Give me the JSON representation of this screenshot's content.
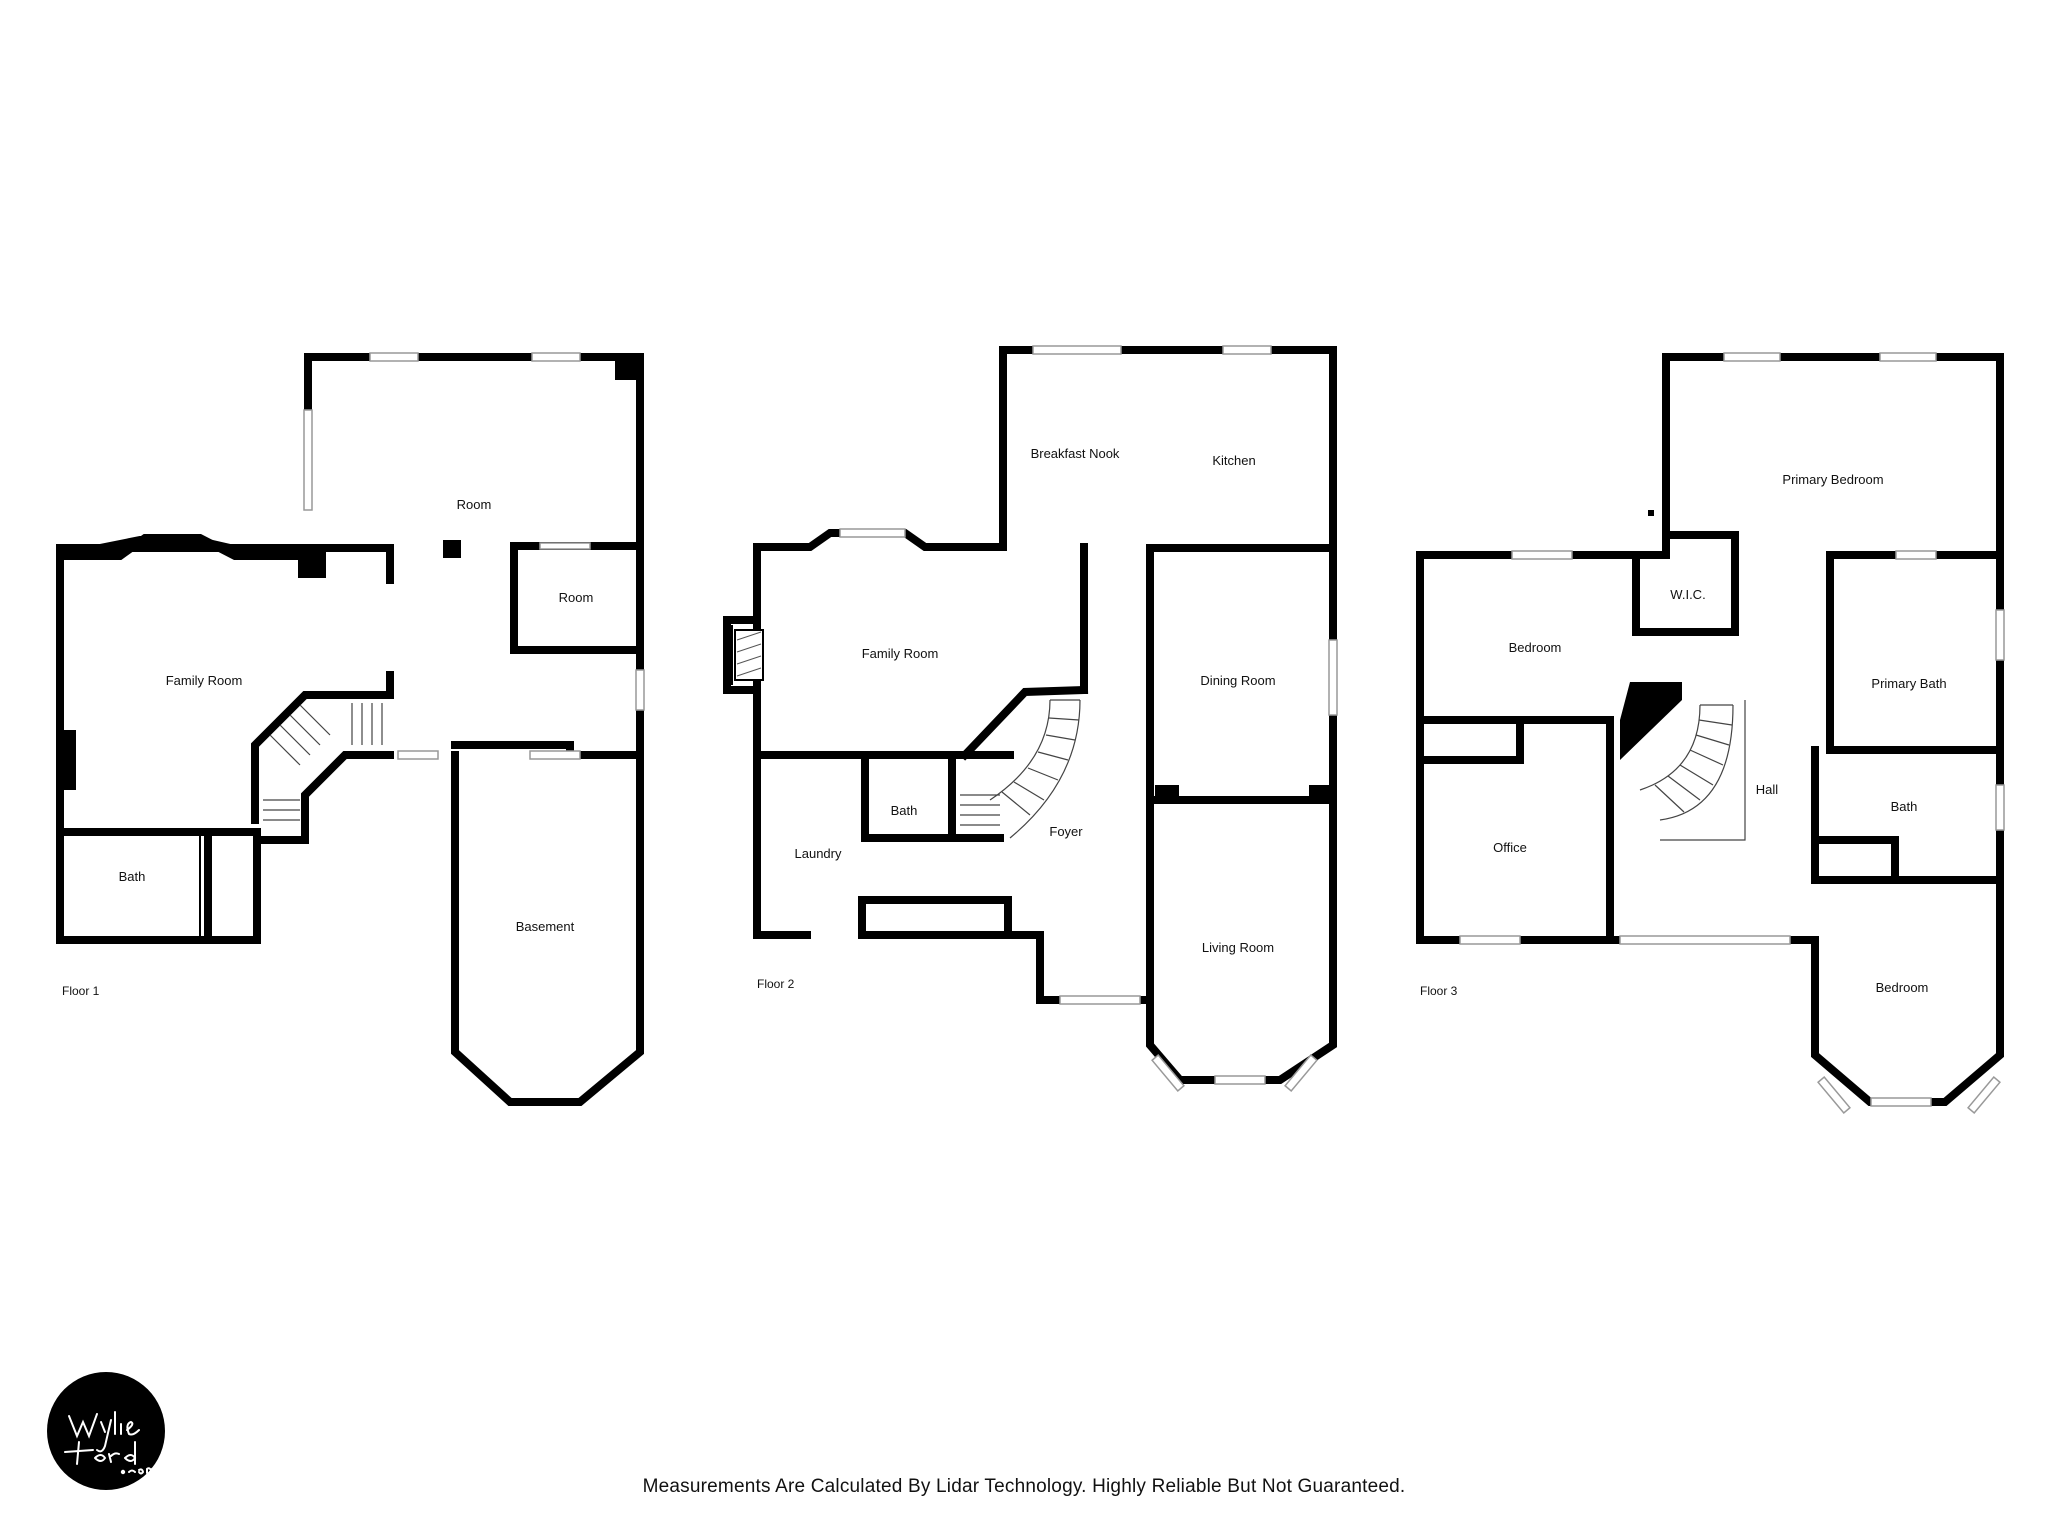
{
  "floors": [
    {
      "label": "Floor 1",
      "rooms": [
        "Room",
        "Room",
        "Family Room",
        "Bath",
        "Basement"
      ]
    },
    {
      "label": "Floor 2",
      "rooms": [
        "Breakfast Nook",
        "Kitchen",
        "Family Room",
        "Dining Room",
        "Bath",
        "Laundry",
        "Foyer",
        "Living Room"
      ]
    },
    {
      "label": "Floor 3",
      "rooms": [
        "Primary Bedroom",
        "W.I.C.",
        "Bedroom",
        "Primary Bath",
        "Hall",
        "Office",
        "Bath",
        "Bedroom"
      ]
    }
  ],
  "logo_text": "Wylie Ford .com",
  "disclaimer": "Measurements Are Calculated By Lidar Technology. Highly Reliable But Not Guaranteed."
}
